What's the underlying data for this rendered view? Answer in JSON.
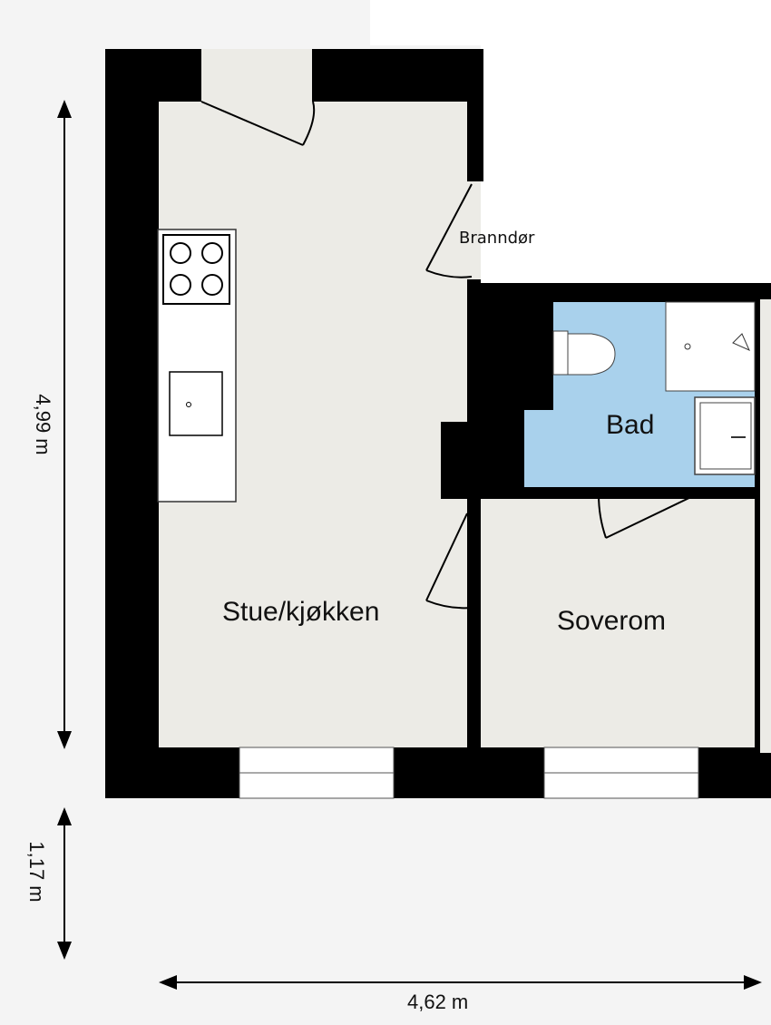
{
  "rooms": {
    "living": "Stue/kjøkken",
    "bath": "Bad",
    "bedroom": "Soverom",
    "fire_door": "Branndør"
  },
  "dimensions": {
    "height_main": "4,99 m",
    "height_lower": "1,17 m",
    "width": "4,62 m"
  },
  "colors": {
    "wall": "#000000",
    "floor": "#ecebe6",
    "bath_floor": "#a9d1ec",
    "background": "#f4f4f4"
  }
}
